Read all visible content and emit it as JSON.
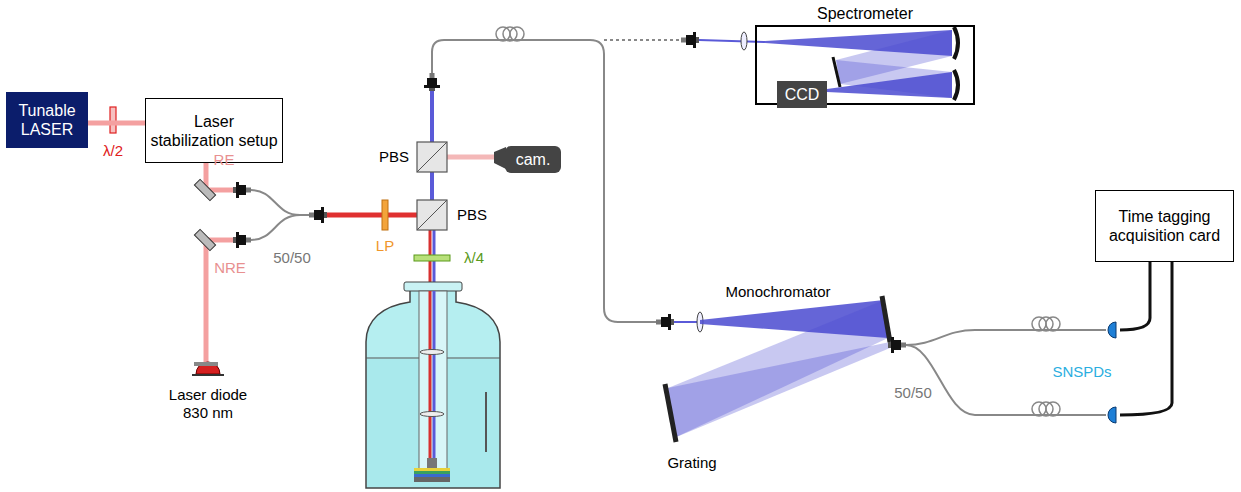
{
  "diagram": {
    "nodes": [
      {
        "text": [
          "Tunable LASER"
        ]
      },
      {
        "text": [
          "Laser stabilization setup"
        ]
      },
      {
        "text": [
          "Spectrometer"
        ]
      },
      {
        "text": [
          "CCD"
        ],
        "in": 2
      },
      {
        "text": [
          "cam."
        ]
      },
      {
        "text": [
          "Time tagging acquisition card"
        ]
      }
    ],
    "edges": [
      {
        "from": 0,
        "to": 1,
        "arrow": "none"
      }
    ],
    "labels": [
      "λ/2",
      "RE",
      "NRE",
      "50/50",
      "Laser diode 830 nm",
      "LP",
      "PBS",
      "PBS",
      "λ/4",
      "Monochromator",
      "Grating",
      "50/50",
      "SNSPDs"
    ]
  }
}
